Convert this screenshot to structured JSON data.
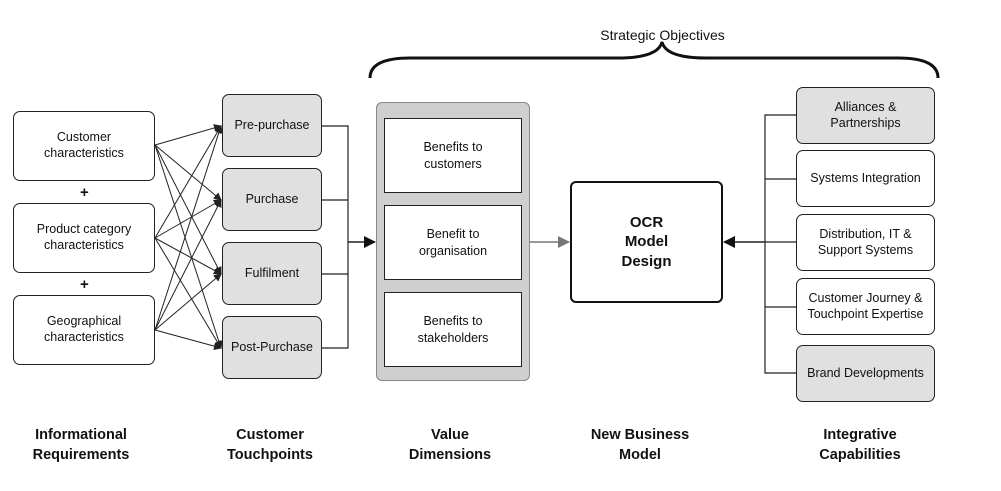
{
  "header": {
    "title": "Strategic Objectives"
  },
  "informational": {
    "items": [
      "Customer\ncharacteristics",
      "Product category\ncharacteristics",
      "Geographical\ncharacteristics"
    ],
    "plus": "+"
  },
  "touchpoints": {
    "items": [
      "Pre-purchase",
      "Purchase",
      "Fulfilment",
      "Post-Purchase"
    ]
  },
  "value_dimensions": {
    "items": [
      "Benefits to\ncustomers",
      "Benefit to\norganisation",
      "Benefits to\nstakeholders"
    ]
  },
  "business_model": {
    "label": "OCR\nModel\nDesign"
  },
  "capabilities": {
    "items": [
      {
        "label": "Alliances &\nPartnerships",
        "shaded": true
      },
      {
        "label": "Systems Integration",
        "shaded": false
      },
      {
        "label": "Distribution, IT &\nSupport Systems",
        "shaded": false
      },
      {
        "label": "Customer Journey &\nTouchpoint Expertise",
        "shaded": false
      },
      {
        "label": "Brand Developments",
        "shaded": true
      }
    ]
  },
  "column_titles": [
    "Informational\nRequirements",
    "Customer\nTouchpoints",
    "Value\nDimensions",
    "New Business\nModel",
    "Integrative\nCapabilities"
  ],
  "colors": {
    "shade": "#e0e0e0",
    "panel": "#cfcfcf",
    "line": "#222222",
    "arrow_grey": "#777777"
  }
}
